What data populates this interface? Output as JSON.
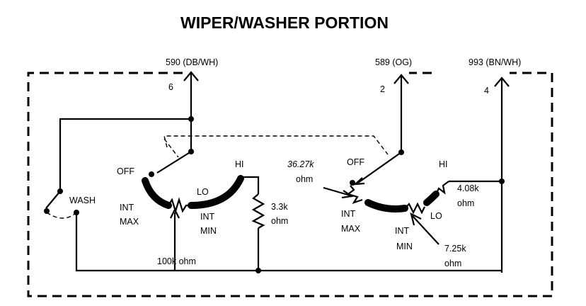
{
  "title": "WIPER/WASHER PORTION",
  "terminals": [
    {
      "wire": "590 (DB/WH)",
      "pin": "6"
    },
    {
      "wire": "589 (OG)",
      "pin": "2"
    },
    {
      "wire": "993 (BN/WH)",
      "pin": "4"
    }
  ],
  "left_switch": {
    "off": "OFF",
    "hi": "HI",
    "lo": "LO",
    "wash": "WASH",
    "int_max": [
      "INT",
      "MAX"
    ],
    "int_min": [
      "INT",
      "MIN"
    ],
    "pot": "100k ohm",
    "resistor": [
      "3.3k",
      "ohm"
    ]
  },
  "right_switch": {
    "off": "OFF",
    "hi": "HI",
    "lo": "LO",
    "int_max": [
      "INT",
      "MAX"
    ],
    "int_min": [
      "INT",
      "MIN"
    ],
    "r_off": [
      "36.27k",
      "ohm"
    ],
    "r_hi": [
      "4.08k",
      "ohm"
    ],
    "r_lo": [
      "7.25k",
      "ohm"
    ]
  }
}
